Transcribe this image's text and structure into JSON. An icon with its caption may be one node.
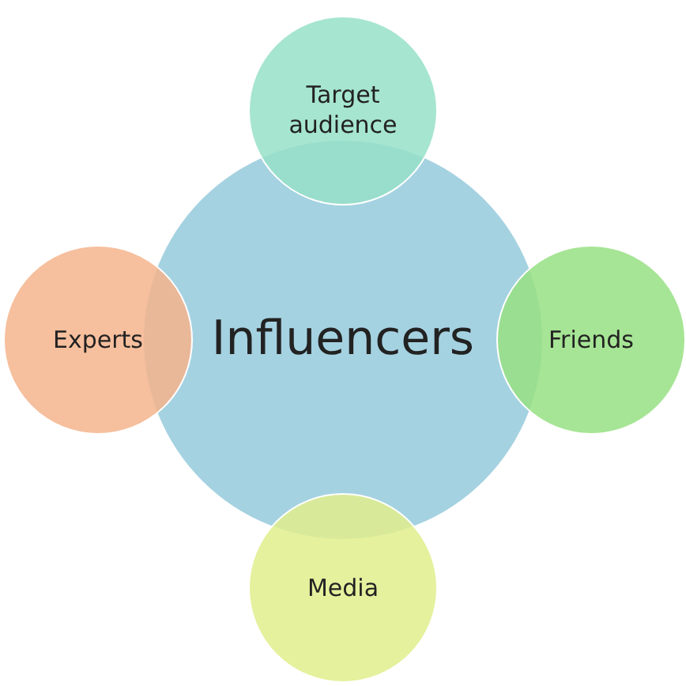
{
  "diagram": {
    "nodes": [
      {
        "text": [
          "Target audience"
        ]
      },
      {
        "text": [
          "Experts"
        ]
      },
      {
        "text": [
          "Influencers"
        ]
      },
      {
        "text": [
          "Friends"
        ]
      },
      {
        "text": [
          "Media"
        ]
      }
    ]
  }
}
